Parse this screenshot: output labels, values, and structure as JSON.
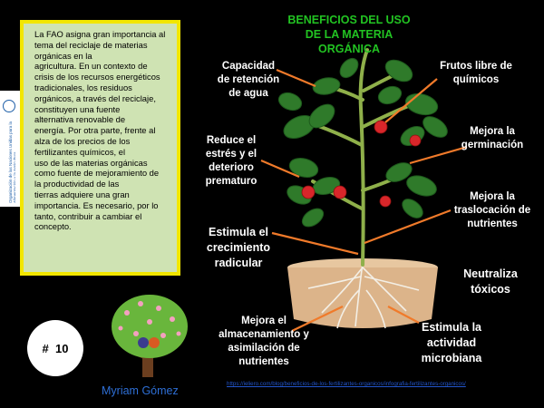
{
  "sidebar_logo": {
    "org_text": "Organización de las Naciones Unidas para la Alimentación y la Agricultura"
  },
  "info_box": {
    "text": "La FAO asigna gran importancia al\ntema del reciclaje de materias\norgánicas en la\nagricultura. En un contexto de\ncrisis de los recursos energéticos\ntradicionales, los residuos\norgánicos, a través del reciclaje,\nconstituyen una fuente\nalternativa renovable de\nenergía. Por otra parte, frente al\nalza de los precios de los\nfertilizantes químicos, el\nuso de las materias orgánicas\ncomo fuente de mejoramiento de\nla productividad de las\ntierras adquiere una gran\nimportancia. Es necesario, por lo\ntanto, contribuir a cambiar el\nconcepto."
  },
  "title": {
    "line1": "BENEFICIOS DEL USO",
    "line2": "DE LA MATERIA",
    "line3": "ORGÁNICA"
  },
  "benefits": {
    "water": "Capacidad\nde retención\nde agua",
    "fruits": "Frutos libre de\nquímicos",
    "stress": "Reduce el\nestrés y el\ndeterioro\nprematuro",
    "germination": "Mejora la\ngerminación",
    "translocation": "Mejora la\ntraslocación de\nnutrientes",
    "roots": "Estimula el\ncrecimiento\nradicular",
    "toxics": "Neutraliza\ntóxicos",
    "storage": "Mejora el\nalmacenamiento  y\nasimilación de\nnutrientes",
    "microbial": "Estimula la\nactividad\nmicrobiana"
  },
  "badge": {
    "text": "#  10"
  },
  "author": {
    "name": "Myriam Gómez"
  },
  "source_url": "https://ieliero.com/blog/beneficios-de-los-fertilizantes-organicos/infografia-fertilizantes-organicos/",
  "colors": {
    "title_green": "#22c322",
    "box_border": "#f2e600",
    "box_fill": "#cfe3b3",
    "arrow": "#f07a2a"
  }
}
